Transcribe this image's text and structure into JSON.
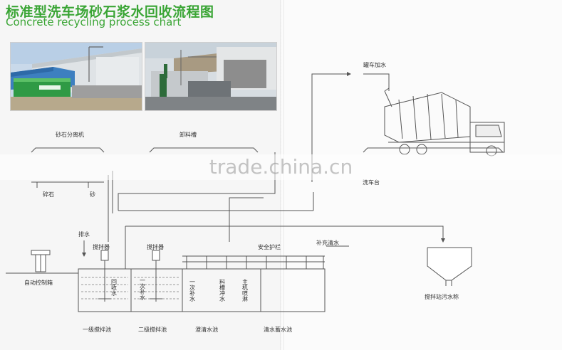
{
  "title_cn": "标准型洗车场砂石浆水回收流程图",
  "title_en": "Concrete recycling process chart",
  "labels": {
    "separator": "砂石分离机",
    "chute": "卸料槽",
    "truck_water": "罐车加水",
    "crushed_stone": "碎石",
    "sand": "砂",
    "drain_water": "排水",
    "agitator_1": "搅拌器",
    "agitator_2": "搅拌器",
    "return_water": "回收水",
    "primary_makeup": "一次补水",
    "primary_makeup_2": "一次补水",
    "chute_flush": "料槽冲水",
    "main_spray": "主机喷淋",
    "guardrail": "安全护栏",
    "fresh_makeup": "补充清水",
    "control_box": "自动控制箱",
    "station_tank": "搅拌站污水称",
    "tank_1": "一级搅拌池",
    "tank_2": "二级搅拌池",
    "clarifier": "澄清水池",
    "storage": "清水蓄水池",
    "wash_area": "洗车台"
  },
  "watermark": "trade.china.cn",
  "colors": {
    "title": "#3aa535",
    "line": "#555555"
  },
  "icons": [
    "photo-separator",
    "photo-chute",
    "mixer-truck-icon",
    "control-box-icon",
    "agitator-icon",
    "hopper-icon",
    "arrow-icon"
  ]
}
